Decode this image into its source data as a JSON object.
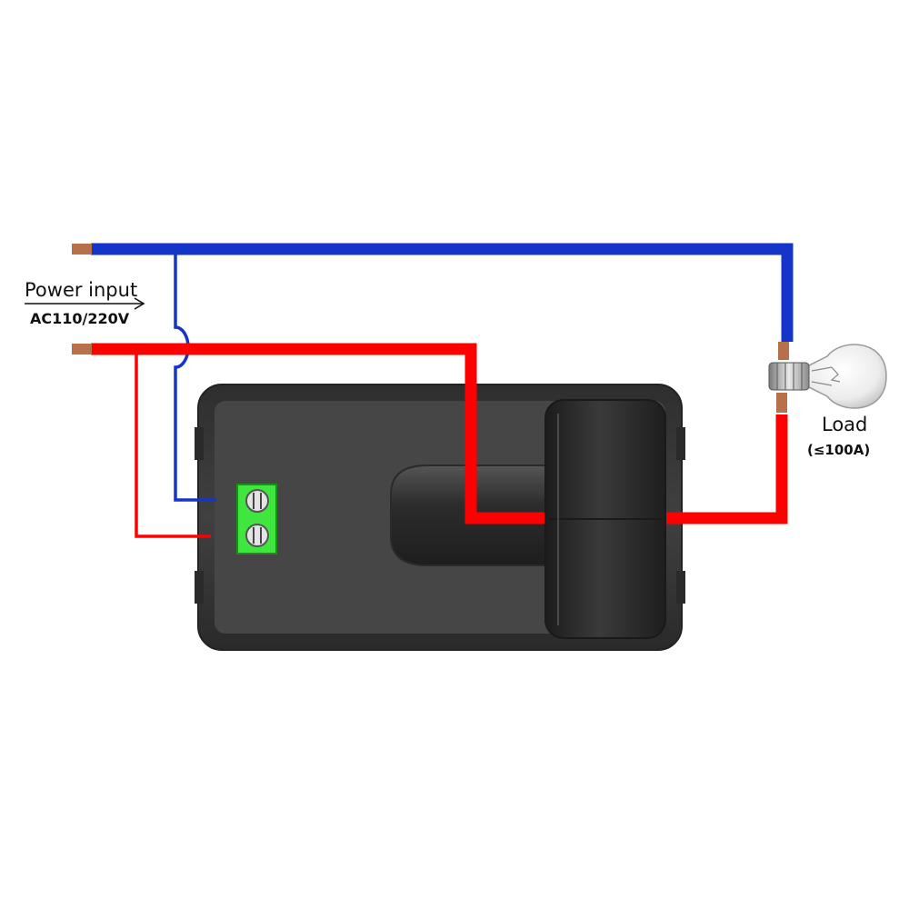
{
  "labels": {
    "power_input": "Power input",
    "voltage": "AC110/220V",
    "load": "Load",
    "rating": "(≤100A)"
  },
  "colors": {
    "neutral_wire": "#1436c8",
    "live_wire": "#ff0000",
    "wire_tip": "#b8704a",
    "module_body": "#3a3a3a",
    "module_panel": "#4a4a4a",
    "terminal_block": "#3ee63e",
    "bulb_glass": "#eeeeee"
  },
  "icons": {
    "meter": "power-meter-module-icon",
    "terminal": "terminal-block-icon",
    "coil": "current-transformer-coil-icon",
    "bulb": "light-bulb-icon",
    "arrow": "arrow-right-icon"
  }
}
